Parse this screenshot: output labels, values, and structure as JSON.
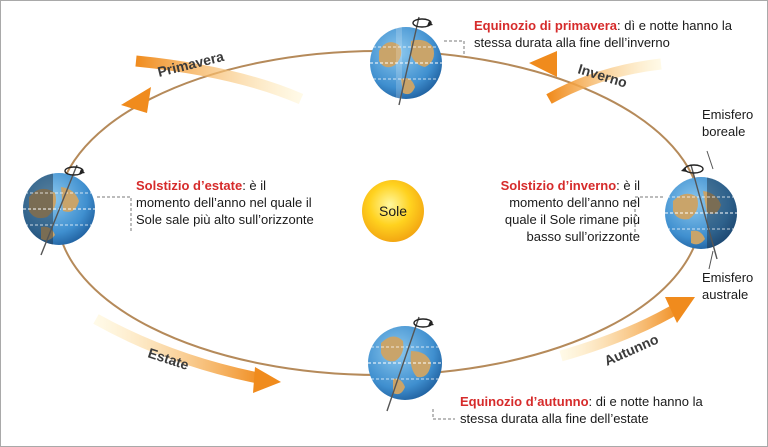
{
  "colors": {
    "orbit": "#b58a5a",
    "arrow_light": "#fde7a2",
    "arrow_dark": "#f08b1d",
    "sun_core": "#fff05a",
    "sun_edge": "#f3a712",
    "ocean": "#3f8fcf",
    "land": "#c9a46a",
    "highlight_text": "#d62b2b",
    "text": "#1a1a1a"
  },
  "sun": {
    "label": "Sole"
  },
  "seasons": {
    "primavera": "Primavera",
    "inverno": "Inverno",
    "autunno": "Autunno",
    "estate": "Estate"
  },
  "captions": {
    "spring": {
      "title": "Equinozio di primavera",
      "rest": ": dì e notte hanno la stessa durata alla fine dell’inverno"
    },
    "summer": {
      "title": "Solstizio d’estate",
      "rest": ": è il momento dell’anno nel quale il Sole sale più alto sull’orizzonte"
    },
    "winter": {
      "title": "Solstizio d’inverno",
      "rest": ": è il momento dell’anno nel quale il Sole rimane più basso sull’orizzonte"
    },
    "autumn": {
      "title": "Equinozio d’autunno",
      "rest": ": di e notte hanno la stessa durata alla fine dell’estate"
    }
  },
  "hemispheres": {
    "north": "Emisfero boreale",
    "south": "Emisfero australe"
  }
}
